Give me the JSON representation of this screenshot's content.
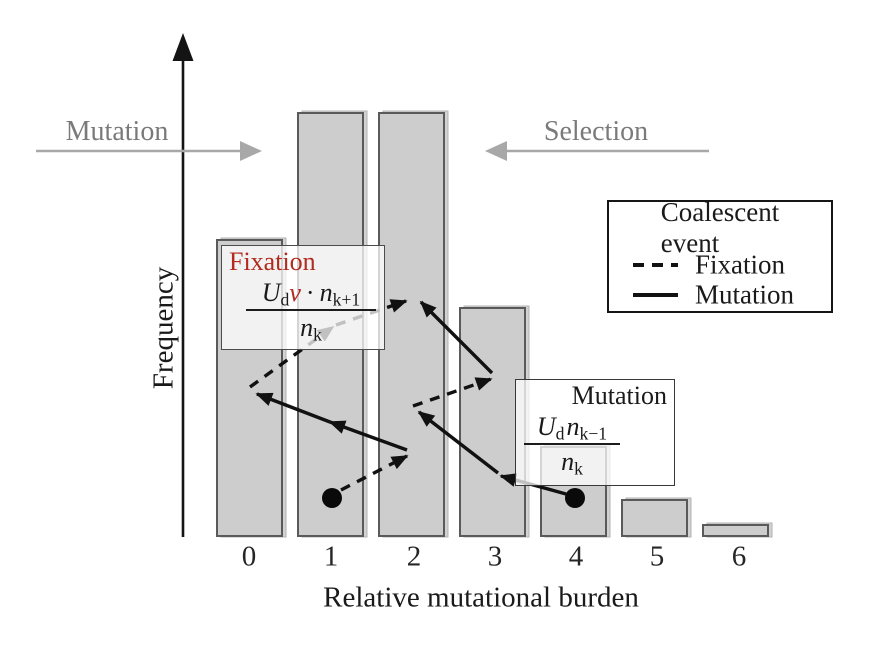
{
  "figure": {
    "x_label": "Relative mutational burden",
    "y_label": "Frequency",
    "mutation_direction_label": "Mutation",
    "selection_direction_label": "Selection"
  },
  "legend": {
    "title": "Coalescent event",
    "items": [
      {
        "style": "dashed",
        "label": "Fixation"
      },
      {
        "style": "solid",
        "label": "Mutation"
      }
    ]
  },
  "fixation_note": {
    "title": "Fixation",
    "formula": {
      "U": "U",
      "U_sub": "d",
      "v": "v",
      "dot": "·",
      "n": "n",
      "n_sub": "k+1",
      "den_n": "n",
      "den_sub": "k"
    }
  },
  "mutation_note": {
    "title": "Mutation",
    "formula": {
      "U": "U",
      "U_sub": "d",
      "n": "n",
      "n_sub": "k−1",
      "den_n": "n",
      "den_sub": "k"
    }
  },
  "colors": {
    "bar_fill": "#cdcdcd",
    "bar_edge": "#5a5a5a",
    "accent_red": "#b12b1f",
    "gray_label": "#7a7a7a",
    "gray_arrow": "#a8a8a8",
    "ink": "#1a1a1a"
  },
  "chart_data": {
    "type": "bar",
    "categories": [
      "0",
      "1",
      "2",
      "3",
      "4",
      "5",
      "6"
    ],
    "values": [
      0.7,
      1.0,
      1.0,
      0.54,
      0.21,
      0.085,
      0.026
    ],
    "title": "",
    "xlabel": "Relative mutational burden",
    "ylabel": "Frequency",
    "ylim": [
      0,
      1.1
    ],
    "grid": false,
    "legend_position": "upper right",
    "annotations": {
      "direction_arrows": [
        {
          "label": "Mutation",
          "direction": "right"
        },
        {
          "label": "Selection",
          "direction": "left"
        }
      ],
      "lineage_dots": [
        {
          "class": 1,
          "px": [
            332,
            498
          ]
        },
        {
          "class": 4,
          "px": [
            575,
            498
          ]
        }
      ],
      "arrows": [
        {
          "kind": "fixation",
          "from": [
            341,
            490
          ],
          "to": [
            407,
            456
          ]
        },
        {
          "kind": "mutation",
          "from": [
            407,
            450
          ],
          "to": [
            330,
            422
          ]
        },
        {
          "kind": "mutation",
          "from": [
            330,
            422
          ],
          "to": [
            257,
            394
          ]
        },
        {
          "kind": "fixation",
          "from": [
            250,
            387
          ],
          "to": [
            333,
            327
          ]
        },
        {
          "kind": "fixation",
          "from": [
            336,
            325
          ],
          "to": [
            406,
            301
          ]
        },
        {
          "kind": "mutation",
          "from": [
            566,
            494
          ],
          "to": [
            501,
            476
          ]
        },
        {
          "kind": "mutation",
          "from": [
            498,
            473
          ],
          "to": [
            419,
            412
          ]
        },
        {
          "kind": "fixation",
          "from": [
            413,
            406
          ],
          "to": [
            491,
            379
          ]
        },
        {
          "kind": "mutation",
          "from": [
            492,
            373
          ],
          "to": [
            421,
            302
          ]
        }
      ]
    }
  }
}
